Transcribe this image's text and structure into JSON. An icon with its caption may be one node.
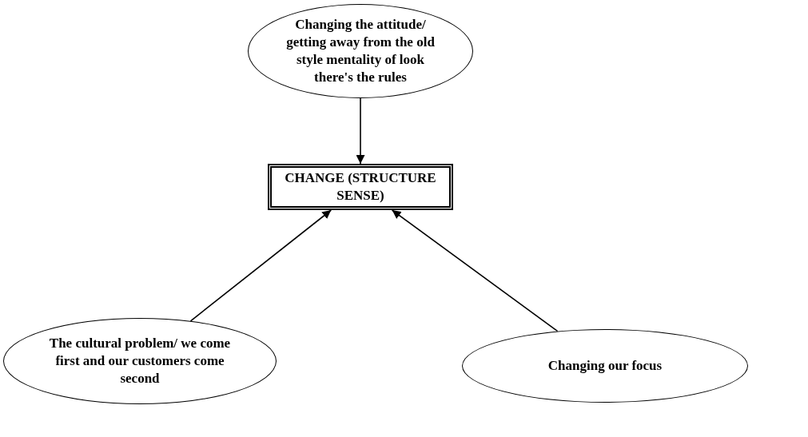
{
  "diagram": {
    "nodes": [
      {
        "text": [
          "Changing the attitude/ getting away from the old style mentality of look there's the rules"
        ]
      },
      {
        "text": [
          "CHANGE (STRUCTURE SENSE)"
        ]
      },
      {
        "text": [
          "The cultural problem/ we come first and our customers come second"
        ]
      },
      {
        "text": [
          "Changing our focus"
        ]
      }
    ],
    "edges": [
      {
        "from": 0,
        "to": 1,
        "arrow": "to"
      },
      {
        "from": 2,
        "to": 1,
        "arrow": "to"
      },
      {
        "from": 3,
        "to": 1,
        "arrow": "to"
      }
    ]
  }
}
